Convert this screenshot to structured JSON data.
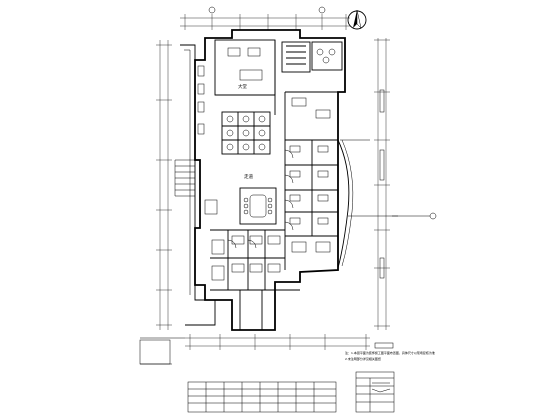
{
  "north_arrow": {
    "symbol": "north-arrow"
  },
  "room_labels": {
    "lobby": "大堂",
    "corridor": "走道"
  },
  "bottom_note": {
    "line1": "注：1.本层平面为装饰施工图平面布置图，具体尺寸以现场复核为准",
    "line2": "2.未注明部分详见相关图纸"
  }
}
